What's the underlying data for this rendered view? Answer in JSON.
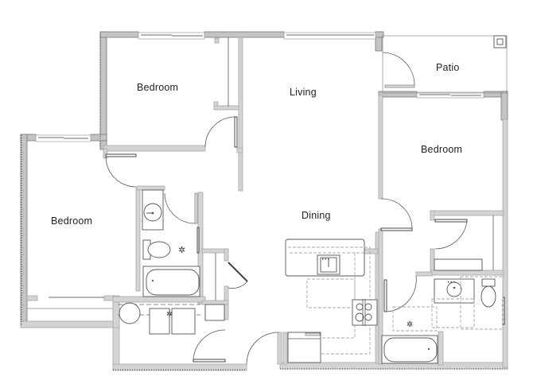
{
  "floor_plan": {
    "rooms": [
      {
        "id": "bedroom-top",
        "label": "Bedroom"
      },
      {
        "id": "living",
        "label": "Living"
      },
      {
        "id": "patio",
        "label": "Patio"
      },
      {
        "id": "bedroom-right",
        "label": "Bedroom"
      },
      {
        "id": "bedroom-left",
        "label": "Bedroom"
      },
      {
        "id": "dining",
        "label": "Dining"
      }
    ],
    "fixtures": [
      "bathroom-1-sink",
      "bathroom-1-toilet",
      "bathroom-1-bathtub",
      "bathroom-2-sink",
      "bathroom-2-toilet",
      "bathroom-2-bathtub",
      "kitchen-sink",
      "kitchen-stove",
      "kitchen-dishwasher",
      "water-heater",
      "washer-dryer"
    ],
    "colors": {
      "wall_fill": "#d4d4d4",
      "line": "#555555",
      "background": "#ffffff"
    }
  }
}
